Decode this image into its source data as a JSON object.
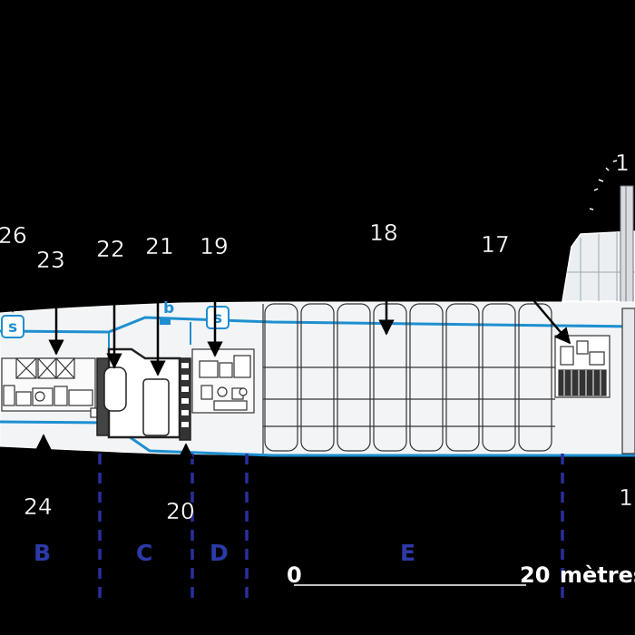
{
  "labels": {
    "l1x": "1",
    "l1x_low": "1",
    "l26": "26",
    "l23": "23",
    "l22": "22",
    "l21": "21",
    "l19": "19",
    "l18": "18",
    "l17": "17",
    "l24": "24",
    "l20": "20"
  },
  "tank_labels": {
    "s1": "s",
    "s2": "s",
    "b": "b"
  },
  "sections": {
    "B": "B",
    "C": "C",
    "D": "D",
    "E": "E"
  },
  "scale": {
    "zero": "0",
    "twenty": "20",
    "unit": "mètres"
  },
  "colors": {
    "hull_line": "#1e8fd0",
    "section_letter": "#2c3aa8",
    "section_divider": "#2a2e9c",
    "hull_fill": "#f2f4f6"
  }
}
